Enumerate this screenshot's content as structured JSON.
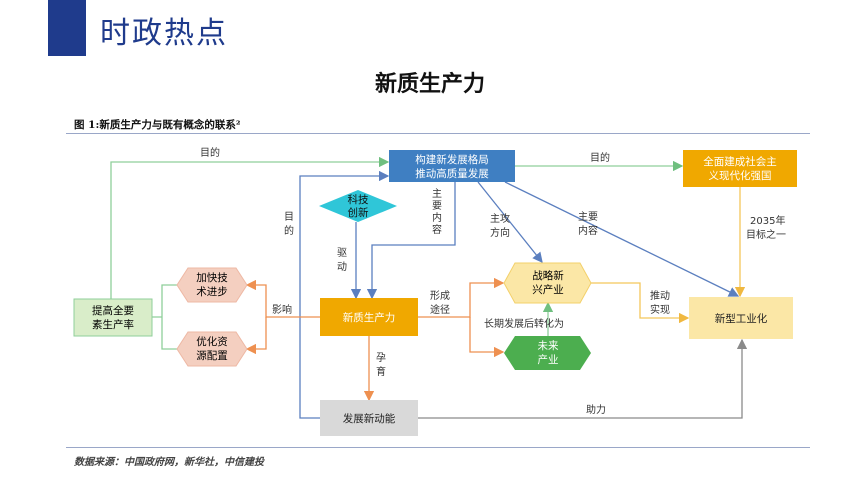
{
  "header": {
    "title": "时政热点"
  },
  "page_title": "新质生产力",
  "figure": {
    "caption": "图 1:新质生产力与既有概念的联系²",
    "source": "数据来源：中国政府网，新华社，中信建投"
  },
  "nodes": {
    "tigao": [
      "提高全要",
      "素生产率"
    ],
    "jiakuai": [
      "加快技",
      "术进步"
    ],
    "youhua": [
      "优化资",
      "源配置"
    ],
    "keji": [
      "科技",
      "创新"
    ],
    "goujian": [
      "构建新发展格局",
      "推动高质量发展"
    ],
    "xinzhi": [
      "新质生产力"
    ],
    "fazhan": [
      "发展新动能"
    ],
    "zhanlue": [
      "战略新",
      "兴产业"
    ],
    "weilai": [
      "未来",
      "产业"
    ],
    "quanmian": [
      "全面建成社会主",
      "义现代化强国"
    ],
    "xinxing": [
      "新型工业化"
    ]
  },
  "edge_labels": {
    "mudi_top": "目的",
    "mudi_right": "目的",
    "mudi_vert": [
      "目",
      "的"
    ],
    "zhuyao_neirong_1": [
      "主",
      "要",
      "内",
      "容"
    ],
    "zhugong_fangxiang": [
      "主攻",
      "方向"
    ],
    "zhuyao_neirong_2": [
      "主要",
      "内容"
    ],
    "qudong": [
      "驱",
      "动"
    ],
    "yingxiang": "影响",
    "xingcheng_tujing": [
      "形成",
      "途径"
    ],
    "changqi": "长期发展后转化为",
    "tuidong_shixian": [
      "推动",
      "实现"
    ],
    "target_2035": [
      "2035年",
      "目标之一"
    ],
    "yunyu": [
      "孕",
      "育"
    ],
    "zhuli": "助力"
  },
  "colors": {
    "navy": "#1f3b8c",
    "blue_box": "#3f7fc2",
    "cyan_diamond": "#2fc6d8",
    "orange_box": "#f0a800",
    "light_yellow": "#fbe7a6",
    "green_hex": "#4cae4f",
    "light_green": "#d9edc9",
    "pink_hex": "#f4cfc0",
    "gray_box": "#d9d9d9",
    "line_blue": "#5b7fbf",
    "line_green": "#8fcf9a",
    "line_orange": "#f0a060",
    "line_yellow": "#f3c75a"
  }
}
